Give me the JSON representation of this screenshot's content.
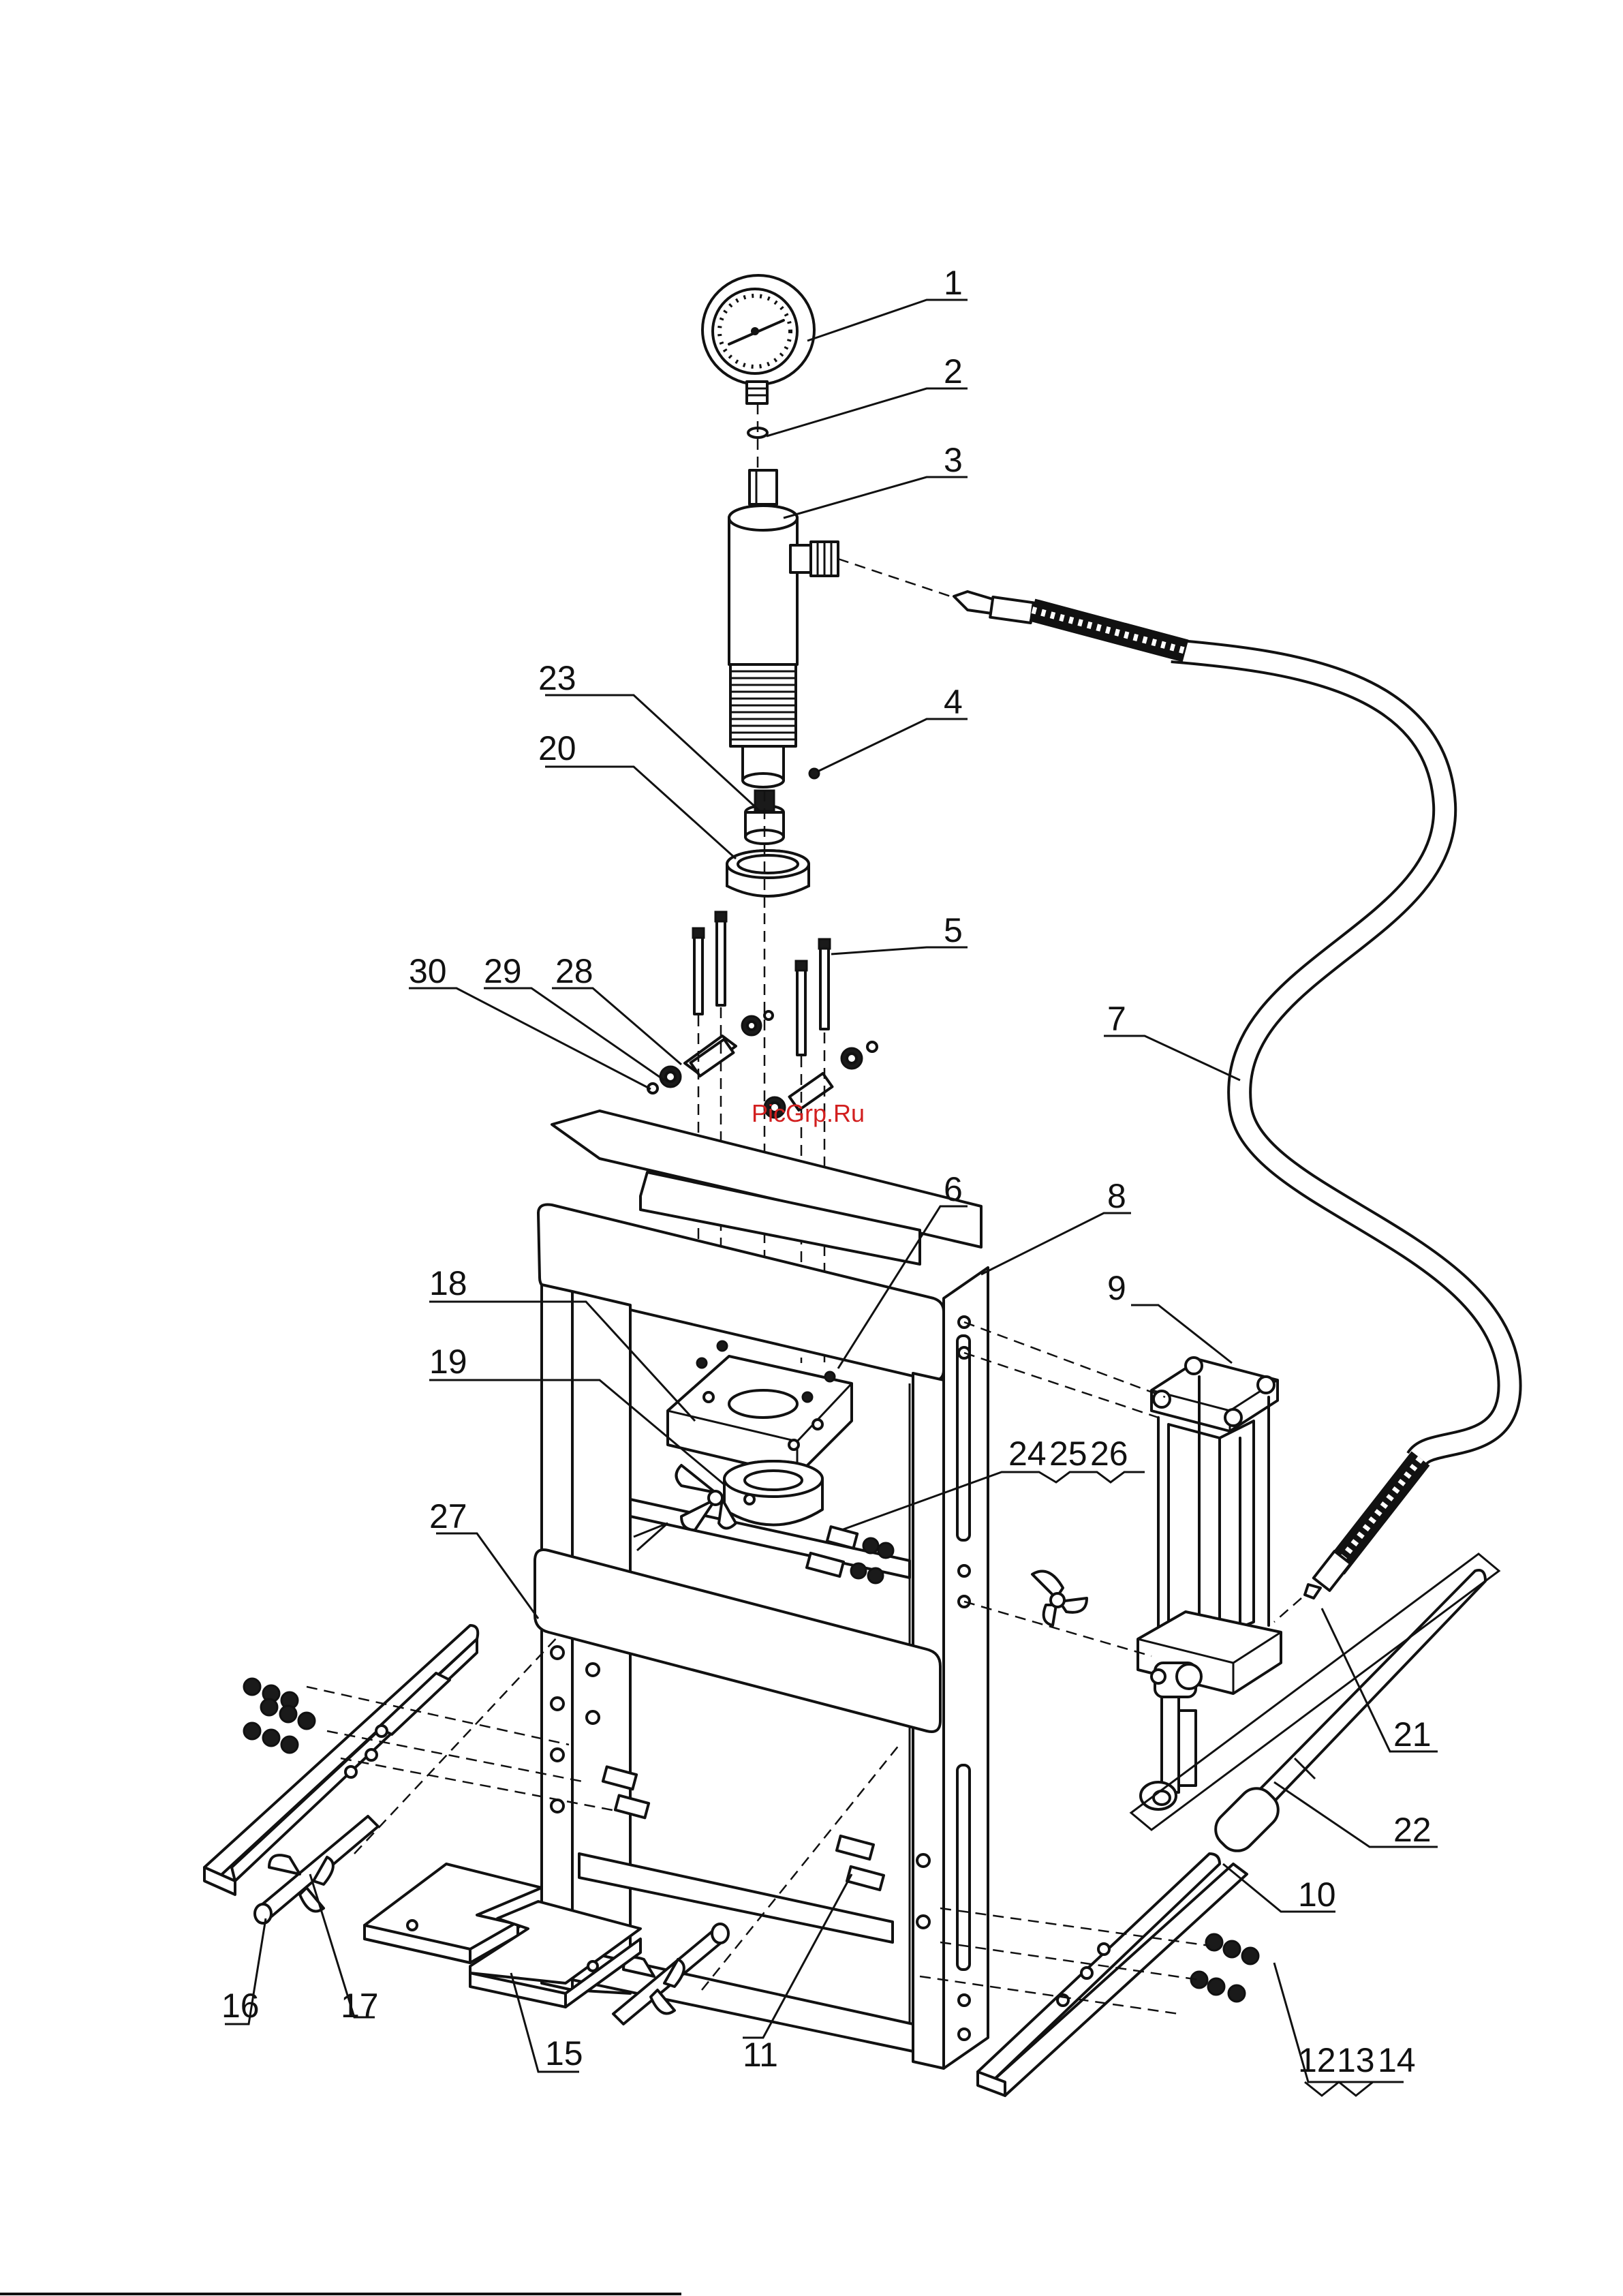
{
  "watermark": "PicGrp.Ru",
  "callouts": [
    "1",
    "2",
    "3",
    "4",
    "5",
    "6",
    "7",
    "8",
    "9",
    "10",
    "11",
    "12",
    "13",
    "14",
    "15",
    "16",
    "17",
    "18",
    "19",
    "20",
    "21",
    "22",
    "23",
    "24",
    "25",
    "26",
    "27",
    "28",
    "29",
    "30"
  ]
}
